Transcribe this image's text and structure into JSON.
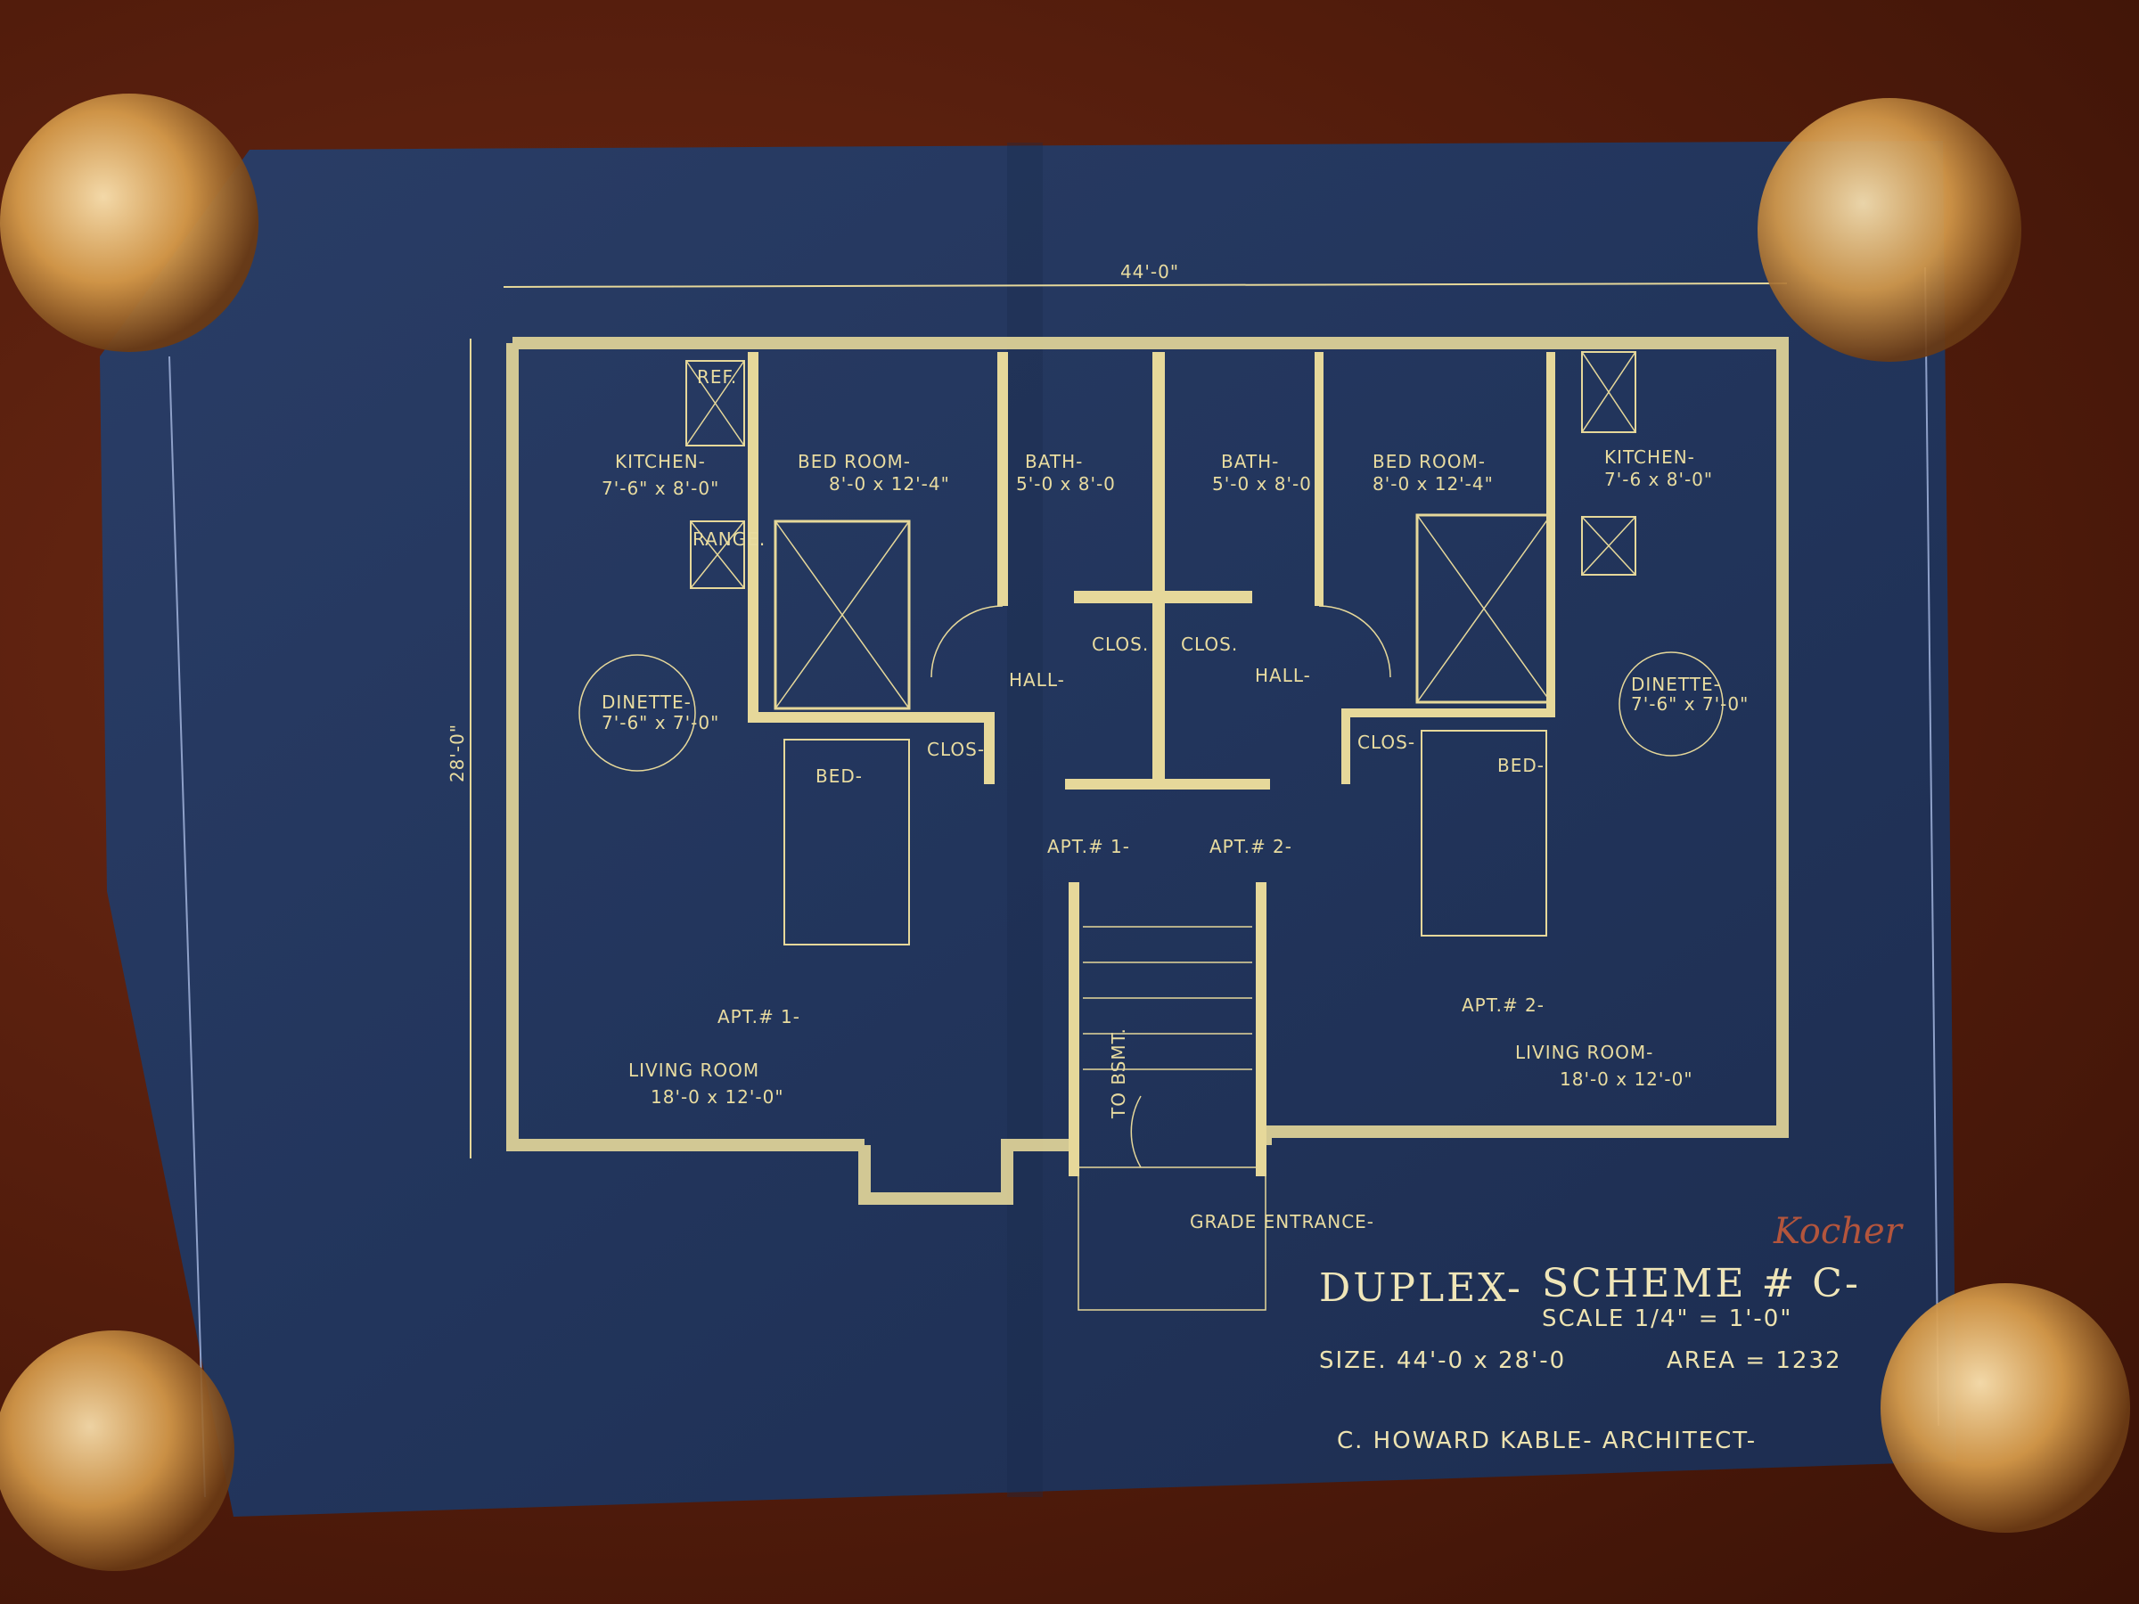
{
  "drawing": {
    "overall_width": "44'-0\"",
    "overall_depth": "28'-0\"",
    "apt1": {
      "kitchen": {
        "name": "KITCHEN-",
        "size": "7'-6\" x 8'-0\""
      },
      "ref": "REF.",
      "range": "RANGE.",
      "bedroom": {
        "name": "BED ROOM-",
        "size": "8'-0 x 12'-4\""
      },
      "bath": {
        "name": "BATH-",
        "size": "5'-0 x 8'-0"
      },
      "dinette": {
        "name": "DINETTE-",
        "size": "7'-6\" x 7'-0\""
      },
      "clos": "CLOS-",
      "clos_hall": "CLOS.",
      "hall": "HALL-",
      "bed": "BED-",
      "entry_arrow": "APT.# 1-",
      "apt_label": "APT.# 1-",
      "living": {
        "name": "LIVING ROOM",
        "size": "18'-0 x 12'-0\""
      }
    },
    "apt2": {
      "kitchen": {
        "name": "KITCHEN-",
        "size": "7'-6 x 8'-0\""
      },
      "bedroom": {
        "name": "BED ROOM-",
        "size": "8'-0 x 12'-4\""
      },
      "bath": {
        "name": "BATH-",
        "size": "5'-0 x 8'-0"
      },
      "dinette": {
        "name": "DINETTE-",
        "size": "7'-6\" x 7'-0\""
      },
      "clos": "CLOS-",
      "clos_hall": "CLOS.",
      "hall": "HALL-",
      "bed": "BED-",
      "entry_arrow": "APT.# 2-",
      "apt_label": "APT.# 2-",
      "living": {
        "name": "LIVING ROOM-",
        "size": "18'-0 x 12'-0\""
      }
    },
    "stair_label": "TO BSMT.",
    "grade_entrance": "GRADE ENTRANCE-"
  },
  "title_block": {
    "title": "DUPLEX-",
    "scheme": "SCHEME # C-",
    "scale": "SCALE 1/4\" = 1'-0\"",
    "size": "SIZE. 44'-0 x 28'-0",
    "area": "AREA = 1232",
    "architect": "C. HOWARD KABLE- ARCHITECT-",
    "signature": "Kocher"
  },
  "colors": {
    "blueprint": "#22345a",
    "chalk": "#e6d89a",
    "table": "#5a200e"
  }
}
